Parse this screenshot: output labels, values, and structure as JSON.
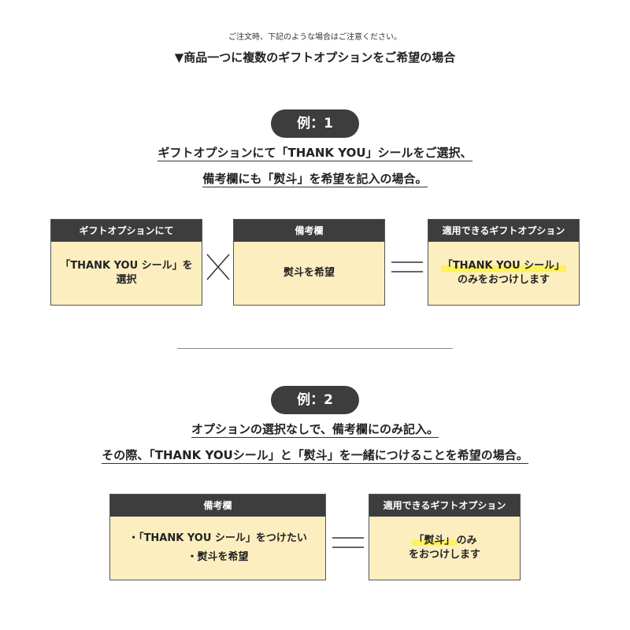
{
  "header": {
    "notice": "ご注文時、下記のような場合はご注意ください。",
    "title": "▼商品一つに複数のギフトオプションをご希望の場合"
  },
  "example1": {
    "badge": "例：1",
    "line1": "ギフトオプションにて「THANK YOU」シールをご選択、",
    "line2": "備考欄にも「熨斗」を希望を記入の場合。",
    "card_left": {
      "title": "ギフトオプションにて",
      "text1": "「THANK YOU シール」を",
      "text2": "選択"
    },
    "card_mid": {
      "title": "備考欄",
      "text1": "熨斗を希望"
    },
    "card_right": {
      "title": "適用できるギフトオプション",
      "text1": "「THANK YOU シール」",
      "text2": "のみをおつけします"
    }
  },
  "example2": {
    "badge": "例：2",
    "line1": "オプションの選択なしで、備考欄にのみ記入。",
    "line2": "その際、「THANK YOUシール」と「熨斗」を一緒につけることを希望の場合。",
    "card_left": {
      "title": "備考欄",
      "text1": "・「THANK YOU シール」をつけたい",
      "text2": "・熨斗を希望"
    },
    "card_right": {
      "title": "適用できるギフトオプション",
      "text1": "「熨斗」",
      "text1_suffix": "のみ",
      "text2": "をおつけします"
    }
  },
  "colors": {
    "dark": "#3d3d3d",
    "card_bg": "#fdeec0",
    "highlight": "#fdf25a"
  }
}
